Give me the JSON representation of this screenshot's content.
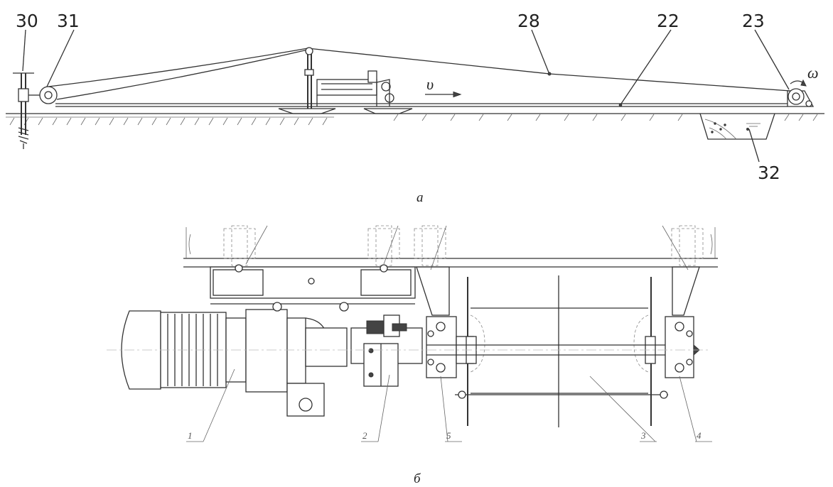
{
  "figure_a": {
    "caption": "а",
    "labels": {
      "l30": "30",
      "l31": "31",
      "l28": "28",
      "l22": "22",
      "l23": "23",
      "l32": "32"
    },
    "velocity_symbol": "υ",
    "angular_symbol": "ω"
  },
  "figure_b": {
    "caption": "б",
    "labels": {
      "l1": "1",
      "l2": "2",
      "l5": "5",
      "l3": "3",
      "l4": "4"
    }
  }
}
